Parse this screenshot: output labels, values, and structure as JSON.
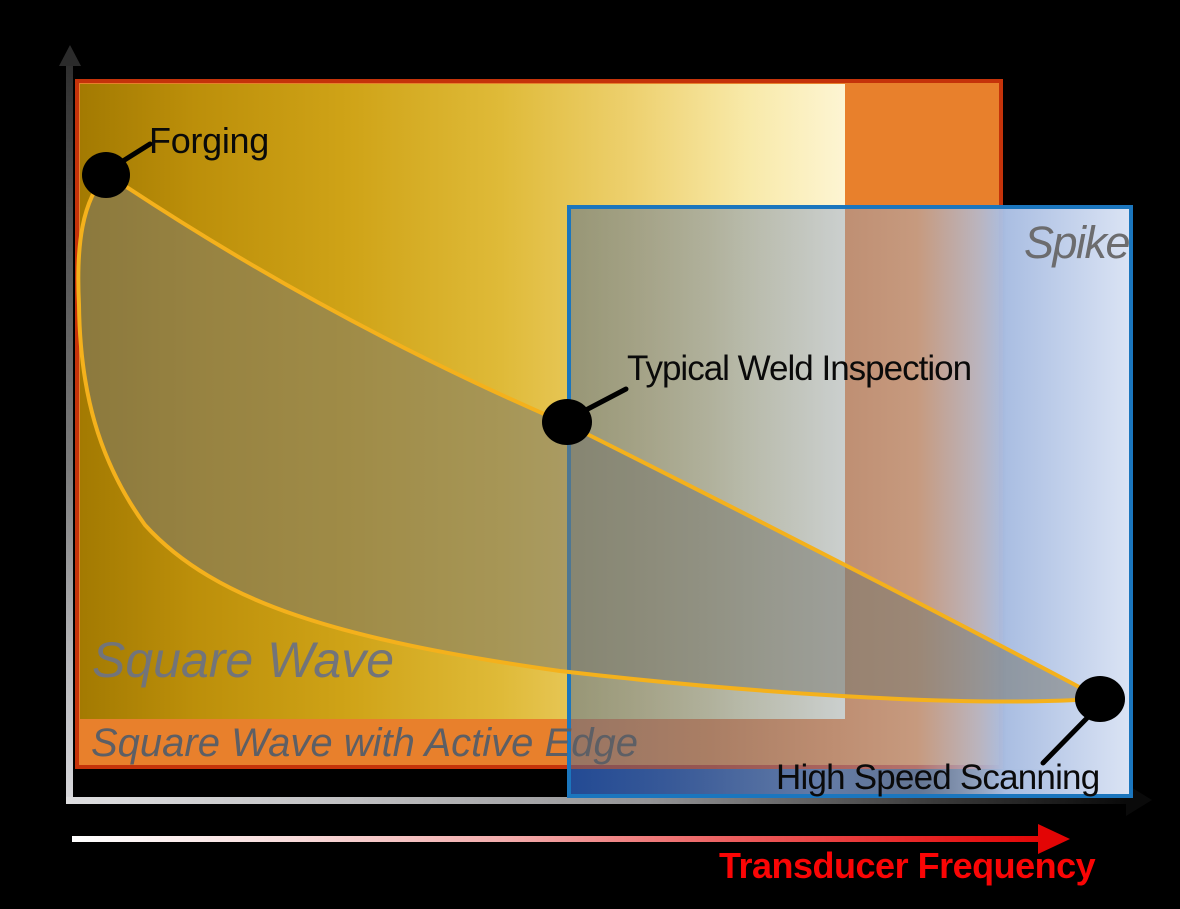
{
  "page": {
    "background": "#000000"
  },
  "axes": {
    "x": {
      "label": "Transducer Frequency",
      "label_color": "#FA0505",
      "arrow": true,
      "line_gradient": [
        "#DEDEE0",
        "#0A0A0A"
      ]
    },
    "y": {
      "label": "",
      "arrow": true,
      "line_gradient": [
        "#D8D8DC",
        "#2E2E2E"
      ]
    },
    "freq_arrow_gradient": [
      "#FFFFFF",
      "#E40808"
    ]
  },
  "regions": {
    "square_wave": {
      "label": "Square Wave",
      "label_color": "#72747A",
      "fill_gradient": [
        "#A37A02",
        "#DFBA38",
        "#FDF5D3"
      ]
    },
    "active_edge": {
      "label": "Square Wave with Active Edge",
      "label_color": "#5D5F65",
      "fill": "#E8802C",
      "border": "#C5330A"
    },
    "spike": {
      "label": "Spike",
      "label_color": "#6C6C6E",
      "border": "#1B76BE",
      "fill_gradient": [
        "rgba(80,107,148,0.5)",
        "rgba(218,227,244,1)"
      ]
    }
  },
  "points": {
    "forging": {
      "label": "Forging"
    },
    "weld": {
      "label": "Typical Weld Inspection"
    },
    "scanning": {
      "label": "High Speed Scanning"
    }
  },
  "band": {
    "fill": "rgba(120,120,112,0.55)",
    "edge_color": "#F4B11C"
  },
  "chart_data": {
    "type": "area",
    "title": "",
    "xlabel": "Transducer Frequency",
    "ylabel": "",
    "quantitative_axes": false,
    "x_axis": {
      "arrow": true,
      "range_frac": [
        0,
        1
      ]
    },
    "y_axis": {
      "arrow": true,
      "range_frac": [
        0,
        1
      ]
    },
    "regions": [
      {
        "name": "Square Wave",
        "x_frac": [
          0.01,
          0.72
        ],
        "y_frac": [
          0.1,
          0.95
        ],
        "style": "gold gradient rectangle"
      },
      {
        "name": "Square Wave with Active Edge",
        "x_frac": [
          0.01,
          0.86
        ],
        "y_frac": [
          0.04,
          0.96
        ],
        "style": "orange rectangle, red-orange border"
      },
      {
        "name": "Spike",
        "x_frac": [
          0.46,
          0.98
        ],
        "y_frac": [
          0.0,
          0.79
        ],
        "style": "translucent blue rectangle, blue border"
      }
    ],
    "band": {
      "note": "gray band bounded by two gold curves joining the three labeled points",
      "upper_curve_frac": [
        [
          0.04,
          0.83
        ],
        [
          0.2,
          0.7
        ],
        [
          0.46,
          0.5
        ],
        [
          0.72,
          0.31
        ],
        [
          0.95,
          0.13
        ]
      ],
      "lower_curve_frac": [
        [
          0.04,
          0.83
        ],
        [
          0.01,
          0.66
        ],
        [
          0.07,
          0.36
        ],
        [
          0.27,
          0.21
        ],
        [
          0.46,
          0.17
        ],
        [
          0.72,
          0.145
        ],
        [
          0.95,
          0.13
        ]
      ]
    },
    "points": [
      {
        "label": "Forging",
        "x_frac": 0.04,
        "y_frac": 0.83
      },
      {
        "label": "Typical Weld Inspection",
        "x_frac": 0.46,
        "y_frac": 0.5
      },
      {
        "label": "High Speed Scanning",
        "x_frac": 0.95,
        "y_frac": 0.13
      }
    ],
    "legend": "none"
  }
}
